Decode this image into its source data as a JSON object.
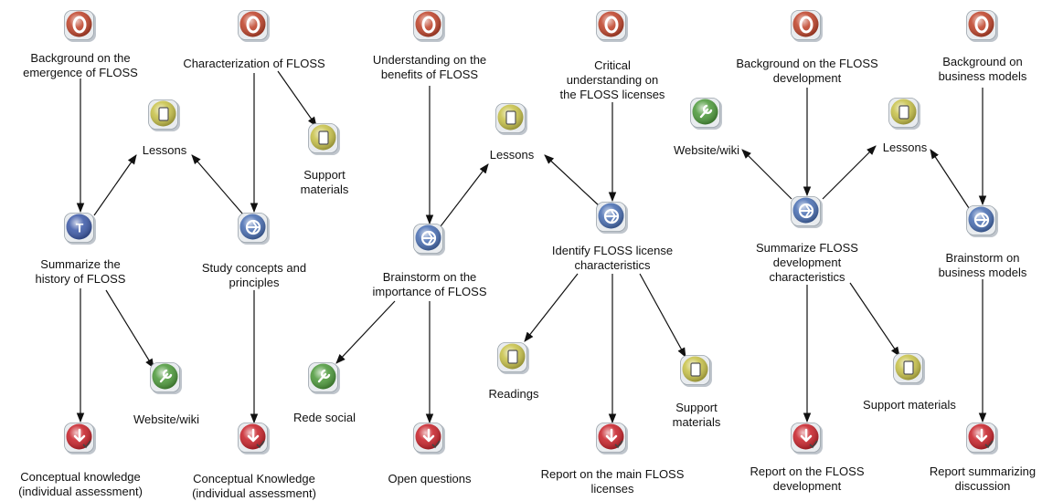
{
  "colors": {
    "objective": "#c0452c",
    "resource": "#c8c24a",
    "tool": "#4e9a3c",
    "activity_blue": "#4a6fb3",
    "test": "#3e5aa8",
    "assessment": "#c8232b",
    "arrow": "#111111"
  },
  "nodes": [
    {
      "id": "n1",
      "kind": "objective",
      "icon": "objective-icon",
      "glyph": "O",
      "label": "Background on the\nemergence of FLOSS"
    },
    {
      "id": "n2",
      "kind": "objective",
      "icon": "objective-icon",
      "glyph": "O",
      "label": "Characterization of FLOSS"
    },
    {
      "id": "n3",
      "kind": "resource",
      "icon": "lesson-icon",
      "glyph": "",
      "label": "Lessons"
    },
    {
      "id": "n4",
      "kind": "resource",
      "icon": "materials-icon",
      "glyph": "",
      "label": "Support\nmaterials"
    },
    {
      "id": "n5",
      "kind": "test",
      "icon": "test-icon",
      "glyph": "T",
      "label": "Summarize the\nhistory of FLOSS"
    },
    {
      "id": "n6",
      "kind": "activity",
      "icon": "activity-icon",
      "glyph": "",
      "label": "Study concepts and\nprinciples"
    },
    {
      "id": "n7",
      "kind": "tool",
      "icon": "wrench-icon",
      "glyph": "",
      "label": "Website/wiki"
    },
    {
      "id": "n8",
      "kind": "assessment",
      "icon": "assessment-icon",
      "glyph": "",
      "label": "Conceptual knowledge\n(individual assessment)"
    },
    {
      "id": "n9",
      "kind": "assessment",
      "icon": "assessment-icon",
      "glyph": "",
      "label": "Conceptual Knowledge\n(individual assessment)"
    },
    {
      "id": "n10",
      "kind": "objective",
      "icon": "objective-icon",
      "glyph": "O",
      "label": "Understanding on the\nbenefits of FLOSS"
    },
    {
      "id": "n11",
      "kind": "activity",
      "icon": "activity-icon",
      "glyph": "",
      "label": "Brainstorm on the\nimportance of FLOSS"
    },
    {
      "id": "n12",
      "kind": "tool",
      "icon": "wrench-icon",
      "glyph": "",
      "label": "Rede social"
    },
    {
      "id": "n13",
      "kind": "assessment",
      "icon": "assessment-icon",
      "glyph": "",
      "label": "Open questions"
    },
    {
      "id": "n14",
      "kind": "resource",
      "icon": "lesson-icon",
      "glyph": "",
      "label": "Lessons"
    },
    {
      "id": "n15",
      "kind": "objective",
      "icon": "objective-icon",
      "glyph": "O",
      "label": "Critical\nunderstanding  on\nthe FLOSS licenses"
    },
    {
      "id": "n16",
      "kind": "activity",
      "icon": "activity-icon",
      "glyph": "",
      "label": "Identify FLOSS license\ncharacteristics"
    },
    {
      "id": "n17",
      "kind": "resource",
      "icon": "readings-icon",
      "glyph": "",
      "label": "Readings"
    },
    {
      "id": "n18",
      "kind": "resource",
      "icon": "materials-icon",
      "glyph": "",
      "label": "Support\nmaterials"
    },
    {
      "id": "n19",
      "kind": "assessment",
      "icon": "assessment-icon",
      "glyph": "",
      "label": "Report on the main  FLOSS\nlicenses"
    },
    {
      "id": "n20",
      "kind": "objective",
      "icon": "objective-icon",
      "glyph": "O",
      "label": "Background on the FLOSS\ndevelopment"
    },
    {
      "id": "n21",
      "kind": "tool",
      "icon": "wrench-icon",
      "glyph": "",
      "label": "Website/wiki"
    },
    {
      "id": "n22",
      "kind": "resource",
      "icon": "lesson-icon",
      "glyph": "",
      "label": "Lessons"
    },
    {
      "id": "n23",
      "kind": "activity",
      "icon": "activity-icon",
      "glyph": "",
      "label": "Summarize FLOSS\ndevelopment\ncharacteristics"
    },
    {
      "id": "n24",
      "kind": "resource",
      "icon": "materials-icon",
      "glyph": "",
      "label": "Support materials"
    },
    {
      "id": "n25",
      "kind": "assessment",
      "icon": "assessment-icon",
      "glyph": "",
      "label": "Report on the FLOSS\ndevelopment"
    },
    {
      "id": "n26",
      "kind": "objective",
      "icon": "objective-icon",
      "glyph": "O",
      "label": "Background on\nbusiness models"
    },
    {
      "id": "n27",
      "kind": "activity",
      "icon": "activity-icon",
      "glyph": "",
      "label": "Brainstorm on\nbusiness models"
    },
    {
      "id": "n28",
      "kind": "assessment",
      "icon": "assessment-icon",
      "glyph": "",
      "label": "Report summarizing\ndiscussion"
    }
  ],
  "edges": [
    [
      "n1",
      "n5"
    ],
    [
      "n5",
      "n3"
    ],
    [
      "n6",
      "n3"
    ],
    [
      "n2",
      "n6"
    ],
    [
      "n2",
      "n4"
    ],
    [
      "n5",
      "n7"
    ],
    [
      "n5",
      "n8"
    ],
    [
      "n6",
      "n9"
    ],
    [
      "n10",
      "n11"
    ],
    [
      "n11",
      "n14"
    ],
    [
      "n11",
      "n12"
    ],
    [
      "n11",
      "n13"
    ],
    [
      "n15",
      "n16"
    ],
    [
      "n16",
      "n14"
    ],
    [
      "n16",
      "n17"
    ],
    [
      "n16",
      "n18"
    ],
    [
      "n16",
      "n19"
    ],
    [
      "n20",
      "n23"
    ],
    [
      "n23",
      "n21"
    ],
    [
      "n23",
      "n22"
    ],
    [
      "n23",
      "n24"
    ],
    [
      "n23",
      "n25"
    ],
    [
      "n26",
      "n27"
    ],
    [
      "n27",
      "n22"
    ],
    [
      "n27",
      "n28"
    ]
  ]
}
